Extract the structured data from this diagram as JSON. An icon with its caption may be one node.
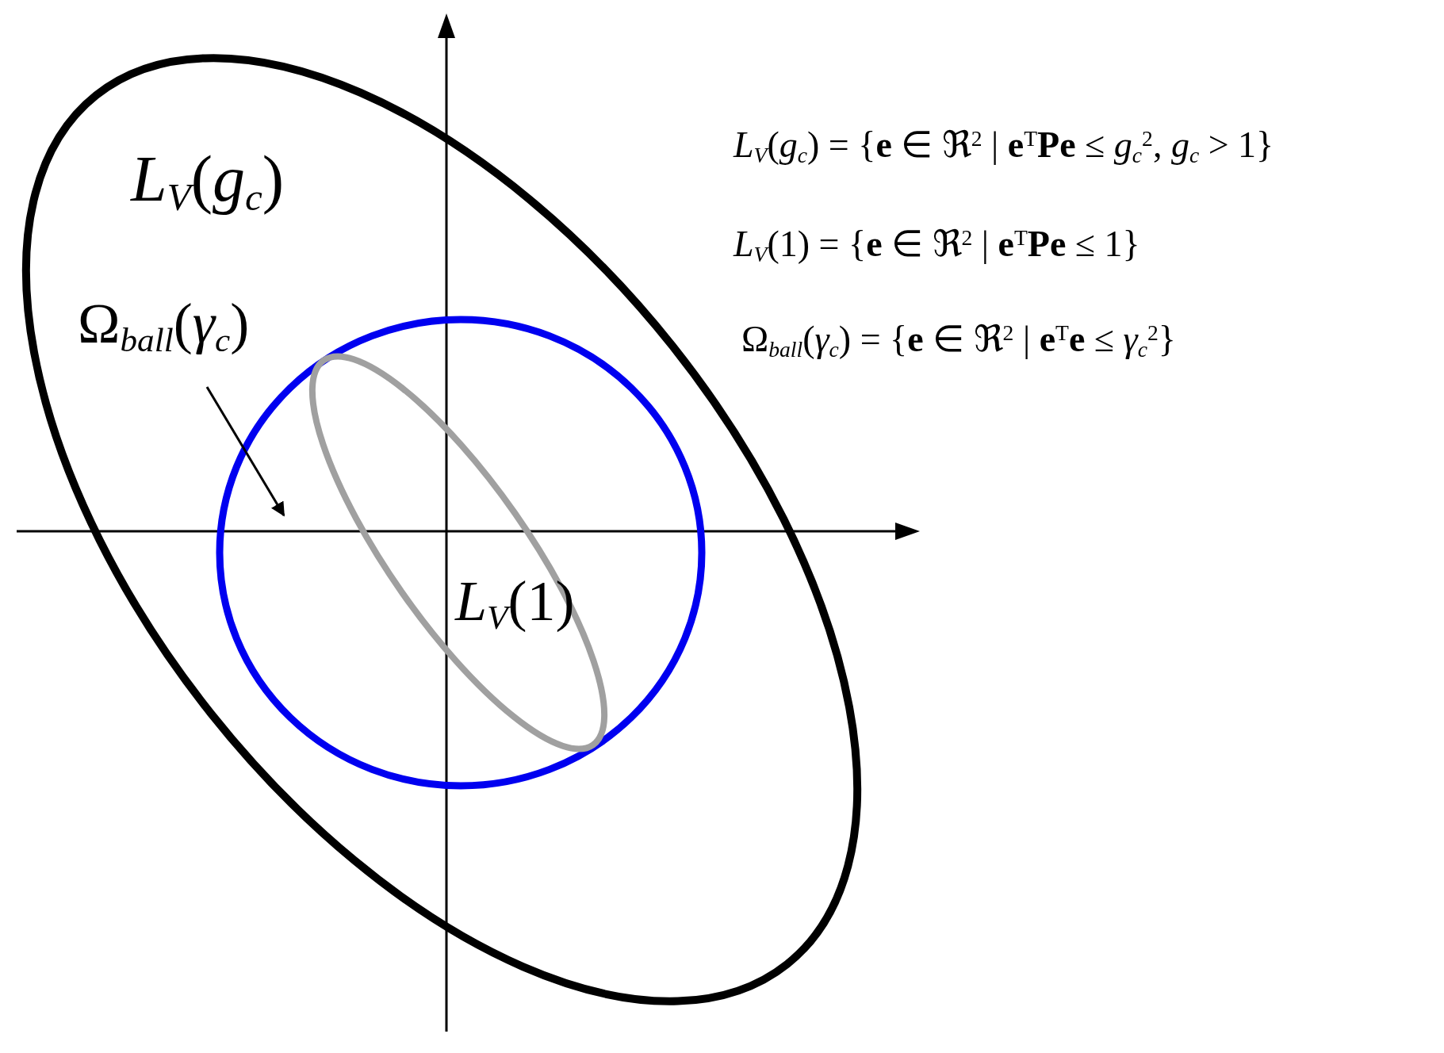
{
  "diagram": {
    "nodes": [
      {
        "text": [
          "Ω$_{ball}$(*γ*$_{c}$)"
        ]
      },
      {
        "text": [],
        "shape": "circle"
      }
    ],
    "edges": [
      {
        "from": 0,
        "to": 1,
        "arrow": "to"
      }
    ],
    "labels": [
      "*L*$_{V}$(*g*$_{c}$)",
      "*L*$_{V}$(*g*$_{c}$) = {**e** ∈ ℜ$^{2}$ | **e**$^{T}$**Pe** ≤ *g*$_{c}$$^{2}$, *g*$_{c}$ > 1}",
      "*L*$_{V}$(1) = {**e** ∈ ℜ$^{2}$ | **e**$^{T}$**Pe** ≤ 1}",
      "Ω$_{ball}$(*γ*$_{c}$) = {**e** ∈ ℜ$^{2}$ | **e**$^{T}$**e** ≤ *γ*$_{c}$$^{2}$}",
      "*L*$_{V}$(1)"
    ]
  }
}
